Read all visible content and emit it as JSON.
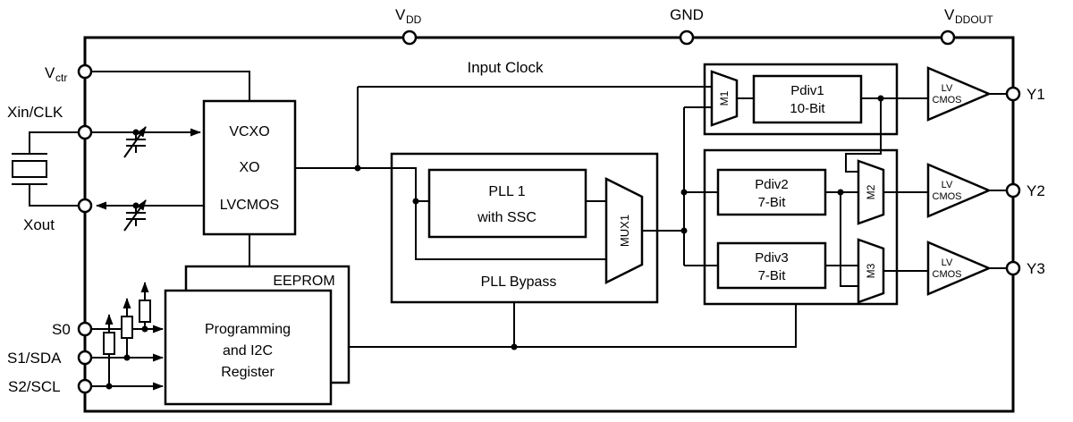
{
  "pins": {
    "vdd": {
      "base": "V",
      "sub": "DD"
    },
    "gnd": {
      "base": "GND"
    },
    "vddout": {
      "base": "V",
      "sub": "DDOUT"
    },
    "vctr": {
      "base": "V",
      "sub": "ctr"
    },
    "xin_clk": {
      "base": "Xin/CLK"
    },
    "xout": {
      "base": "Xout"
    },
    "s0": {
      "base": "S0"
    },
    "s1_sda": {
      "base": "S1/SDA"
    },
    "s2_scl": {
      "base": "S2/SCL"
    },
    "y1": {
      "base": "Y1"
    },
    "y2": {
      "base": "Y2"
    },
    "y3": {
      "base": "Y3"
    }
  },
  "blocks": {
    "vcxo": {
      "line1": "VCXO",
      "line2": "XO",
      "line3": "LVCMOS"
    },
    "pll1": {
      "line1": "PLL 1",
      "line2": "with SSC"
    },
    "mux1": {
      "label": "MUX1"
    },
    "m1": {
      "label": "M1"
    },
    "m2": {
      "label": "M2"
    },
    "m3": {
      "label": "M3"
    },
    "pdiv1": {
      "line1": "Pdiv1",
      "line2": "10-Bit"
    },
    "pdiv2": {
      "line1": "Pdiv2",
      "line2": "7-Bit"
    },
    "pdiv3": {
      "line1": "Pdiv3",
      "line2": "7-Bit"
    },
    "eeprom": {
      "label": "EEPROM"
    },
    "programming": {
      "line1": "Programming",
      "line2": "and  I2C",
      "line3": "Register"
    },
    "lvcmos_buffer": {
      "line1": "LV",
      "line2": "CMOS"
    }
  },
  "annotations": {
    "input_clock": "Input Clock",
    "pll_bypass": "PLL Bypass"
  },
  "colors": {
    "stroke": "#000000",
    "background": "#ffffff"
  }
}
